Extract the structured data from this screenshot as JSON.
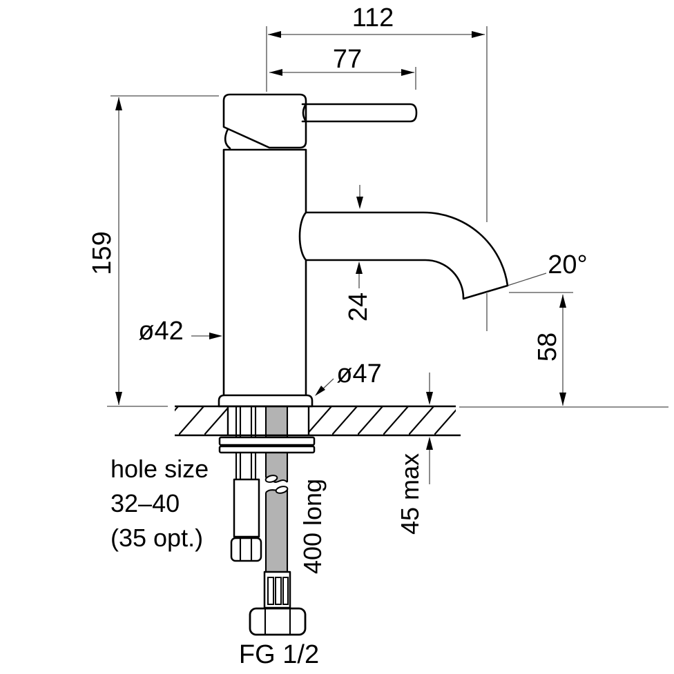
{
  "drawing": {
    "title": "basin mixer tap dimensioned technical drawing",
    "labels": {
      "reach_overall": "112",
      "handle_reach": "77",
      "overall_height": "159",
      "body_diameter": "ø42",
      "base_diameter": "ø47",
      "spout_tube": "24",
      "spout_angle": "20°",
      "outlet_height": "58",
      "bench_thickness": "45 max",
      "hose_length": "400 long",
      "thread": "FG 1/2",
      "hole_note_1": "hole size",
      "hole_note_2": "32–40",
      "hole_note_3": "(35 opt.)"
    },
    "colors": {
      "line": "#000000",
      "dimension_line": "#4d4d4d",
      "hose_fill": "#b3b3b3",
      "background": "#ffffff"
    }
  }
}
